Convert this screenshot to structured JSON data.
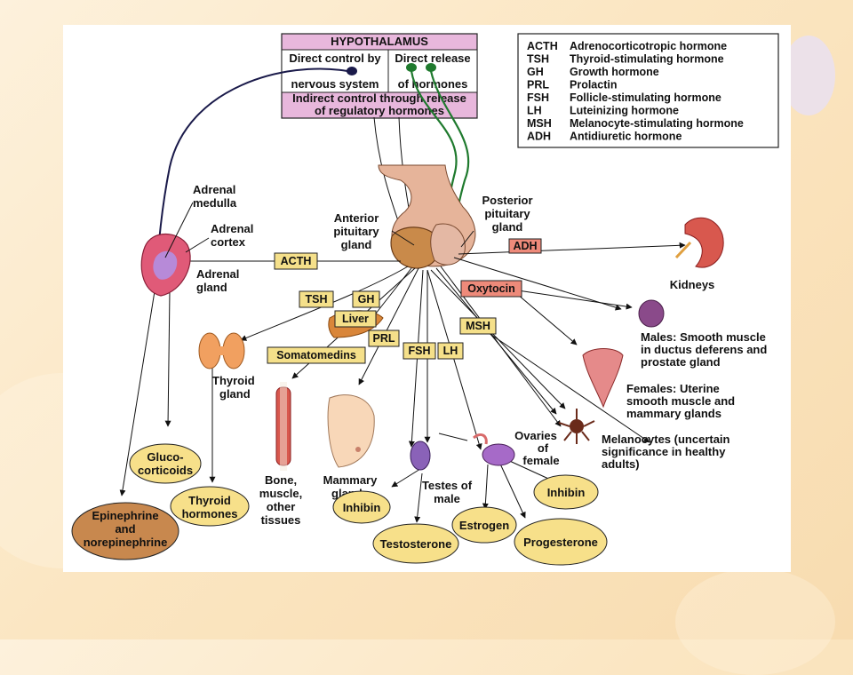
{
  "hypothalamus": {
    "title": "HYPOTHALAMUS",
    "left_line1": "Direct control by",
    "left_line2": "nervous system",
    "right_line1": "Direct release",
    "right_line2": "of hormones",
    "bottom_line1": "Indirect control through release",
    "bottom_line2": "of regulatory hormones"
  },
  "legend": [
    {
      "abbr": "ACTH",
      "name": "Adrenocorticotropic hormone"
    },
    {
      "abbr": "TSH",
      "name": "Thyroid-stimulating hormone"
    },
    {
      "abbr": "GH",
      "name": "Growth hormone"
    },
    {
      "abbr": "PRL",
      "name": "Prolactin"
    },
    {
      "abbr": "FSH",
      "name": "Follicle-stimulating hormone"
    },
    {
      "abbr": "LH",
      "name": "Luteinizing hormone"
    },
    {
      "abbr": "MSH",
      "name": "Melanocyte-stimulating hormone"
    },
    {
      "abbr": "ADH",
      "name": "Antidiuretic hormone"
    }
  ],
  "pituitary": {
    "anterior": [
      "Anterior",
      "pituitary",
      "gland"
    ],
    "posterior": [
      "Posterior",
      "pituitary",
      "gland"
    ]
  },
  "hormone_tags": {
    "acth": "ACTH",
    "tsh": "TSH",
    "gh": "GH",
    "liver": "Liver",
    "somatomedins": "Somatomedins",
    "prl": "PRL",
    "fsh": "FSH",
    "lh": "LH",
    "msh": "MSH",
    "oxytocin": "Oxytocin",
    "adh": "ADH"
  },
  "labels": {
    "adrenal_medulla": [
      "Adrenal",
      "medulla"
    ],
    "adrenal_cortex": [
      "Adrenal",
      "cortex"
    ],
    "adrenal_gland": [
      "Adrenal",
      "gland"
    ],
    "thyroid_gland": [
      "Thyroid",
      "gland"
    ],
    "bone": [
      "Bone,",
      "muscle,",
      "other",
      "tissues"
    ],
    "mammary": [
      "Mammary",
      "glands"
    ],
    "testes": [
      "Testes of",
      "male"
    ],
    "ovaries": [
      "Ovaries",
      "of",
      "female"
    ],
    "kidneys": "Kidneys",
    "males": [
      "Males: Smooth muscle",
      "in ductus deferens and",
      "prostate gland"
    ],
    "females": [
      "Females: Uterine",
      "smooth muscle and",
      "mammary glands"
    ],
    "melanocytes": [
      "Melanocytes (uncertain",
      "significance in healthy",
      "adults)"
    ]
  },
  "products": {
    "glucocorticoids": [
      "Gluco-",
      "corticoids"
    ],
    "thyroid_hormones": [
      "Thyroid",
      "hormones"
    ],
    "epinephrine": [
      "Epinephrine",
      "and",
      "norepinephrine"
    ],
    "inhibin_male": "Inhibin",
    "testosterone": "Testosterone",
    "estrogen": "Estrogen",
    "progesterone": "Progesterone",
    "inhibin_female": "Inhibin"
  }
}
